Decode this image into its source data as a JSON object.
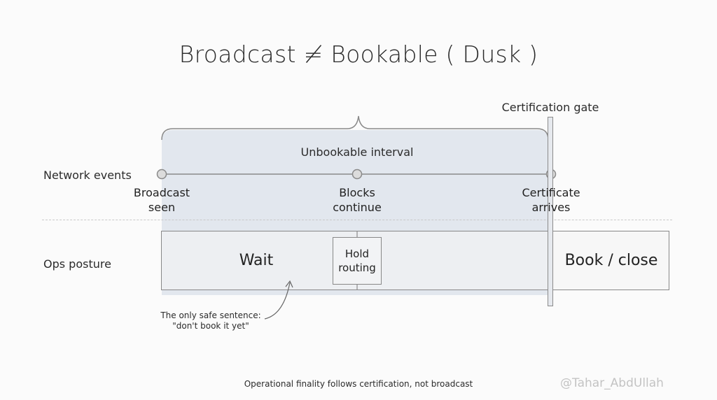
{
  "title": "Broadcast ≠ Bookable ( Dusk )",
  "gate_label": "Certification gate",
  "interval_label": "Unbookable interval",
  "rows": {
    "network": "Network events",
    "ops": "Ops posture"
  },
  "events": [
    {
      "line1": "Broadcast",
      "line2": "seen"
    },
    {
      "line1": "Blocks",
      "line2": "continue"
    },
    {
      "line1": "Certificate",
      "line2": "arrives"
    }
  ],
  "ops": {
    "wait": "Wait",
    "hold_line1": "Hold",
    "hold_line2": "routing",
    "book": "Book / close"
  },
  "annotation": {
    "line1": "The only safe sentence:",
    "line2": "\"don't book it yet\""
  },
  "footer": "Operational finality follows certification, not broadcast",
  "watermark": "@Tahar_AbdUllah",
  "colors": {
    "interval_shade": "#e2e7ee",
    "line": "#8a8a8a",
    "node_fill": "#dcdcdc"
  }
}
